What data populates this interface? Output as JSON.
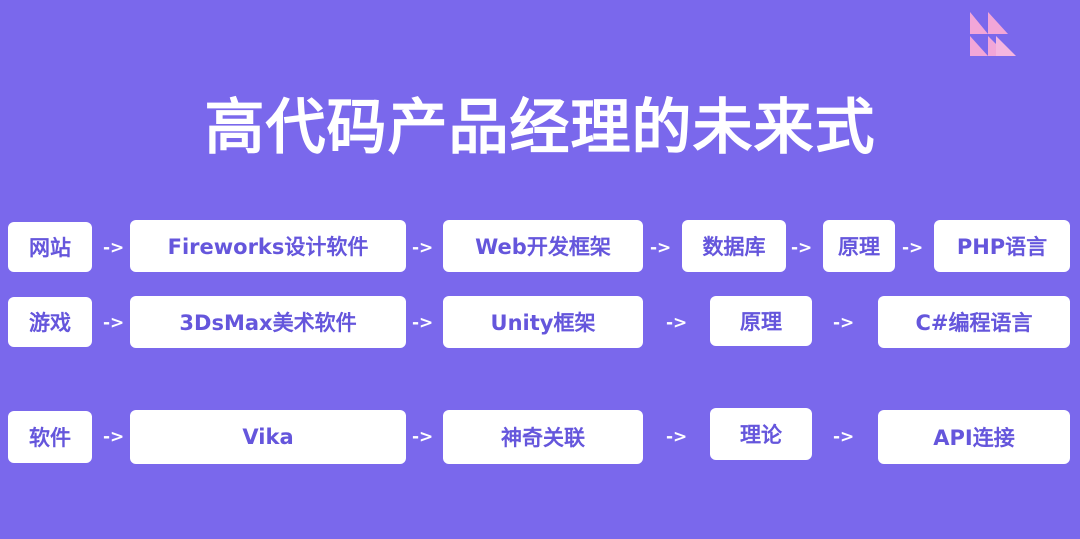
{
  "title": "高代码产品经理的未来式",
  "logo_icon": "triangle-mosaic-logo",
  "colors": {
    "background": "#7a68ec",
    "box": "#ffffff",
    "box_text": "#6556dc",
    "logo": "#f2a6d8"
  },
  "arrow": "->",
  "rows": [
    {
      "category": "网站",
      "steps": [
        "Fireworks设计软件",
        "Web开发框架",
        "数据库",
        "原理",
        "PHP语言"
      ]
    },
    {
      "category": "游戏",
      "steps": [
        "3DsMax美术软件",
        "Unity框架",
        "原理",
        "C#编程语言"
      ]
    },
    {
      "category": "软件",
      "steps": [
        "Vika",
        "神奇关联",
        "理论",
        "API连接"
      ]
    }
  ]
}
